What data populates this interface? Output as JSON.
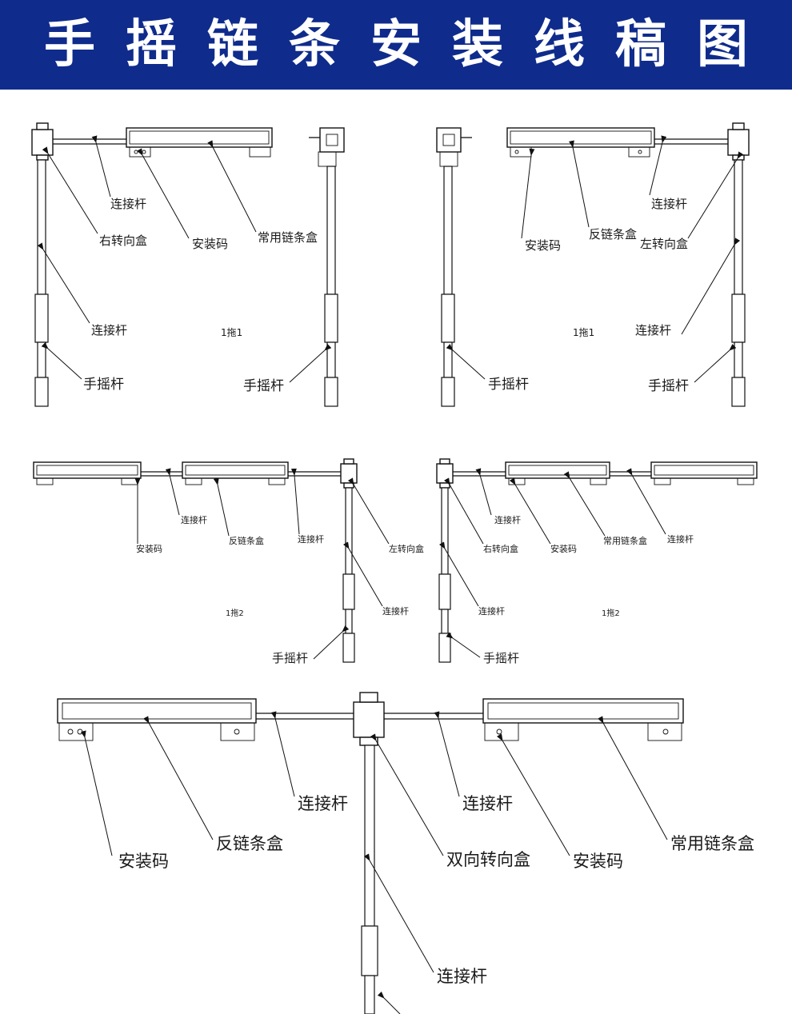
{
  "header": {
    "title": "手摇链条安装线稿图",
    "background": "#0f2b8c",
    "text_color": "#ffffff"
  },
  "panel_a": {
    "caption": "1拖1",
    "labels": {
      "connector_top": "连接杆",
      "right_turn_box": "右转向盒",
      "mount": "安装码",
      "normal_box": "常用链条盒",
      "connector_mid": "连接杆",
      "crank_left": "手摇杆",
      "crank_right": "手摇杆"
    }
  },
  "panel_b": {
    "caption": "1拖1",
    "labels": {
      "connector_top": "连接杆",
      "reverse_box": "反链条盒",
      "mount": "安装码",
      "left_turn_box": "左转向盒",
      "connector_mid": "连接杆",
      "crank_left": "手摇杆",
      "crank_right": "手摇杆"
    }
  },
  "panel_c": {
    "caption": "1拖2",
    "labels": {
      "mount": "安装码",
      "connector_1": "连接杆",
      "reverse_box": "反链条盒",
      "connector_2": "连接杆",
      "left_turn_box": "左转向盒",
      "connector_vert": "连接杆",
      "crank": "手摇杆"
    }
  },
  "panel_d": {
    "caption": "1拖2",
    "labels": {
      "connector_1": "连接杆",
      "right_turn_box": "右转向盒",
      "mount": "安装码",
      "normal_box": "常用链条盒",
      "connector_2": "连接杆",
      "connector_vert": "连接杆",
      "crank": "手摇杆"
    }
  },
  "panel_e": {
    "labels": {
      "connector_left": "连接杆",
      "connector_right": "连接杆",
      "mount_left": "安装码",
      "reverse_box": "反链条盒",
      "bidirectional_box": "双向转向盒",
      "mount_right": "安装码",
      "normal_box": "常用链条盒",
      "connector_vert": "连接杆"
    }
  }
}
